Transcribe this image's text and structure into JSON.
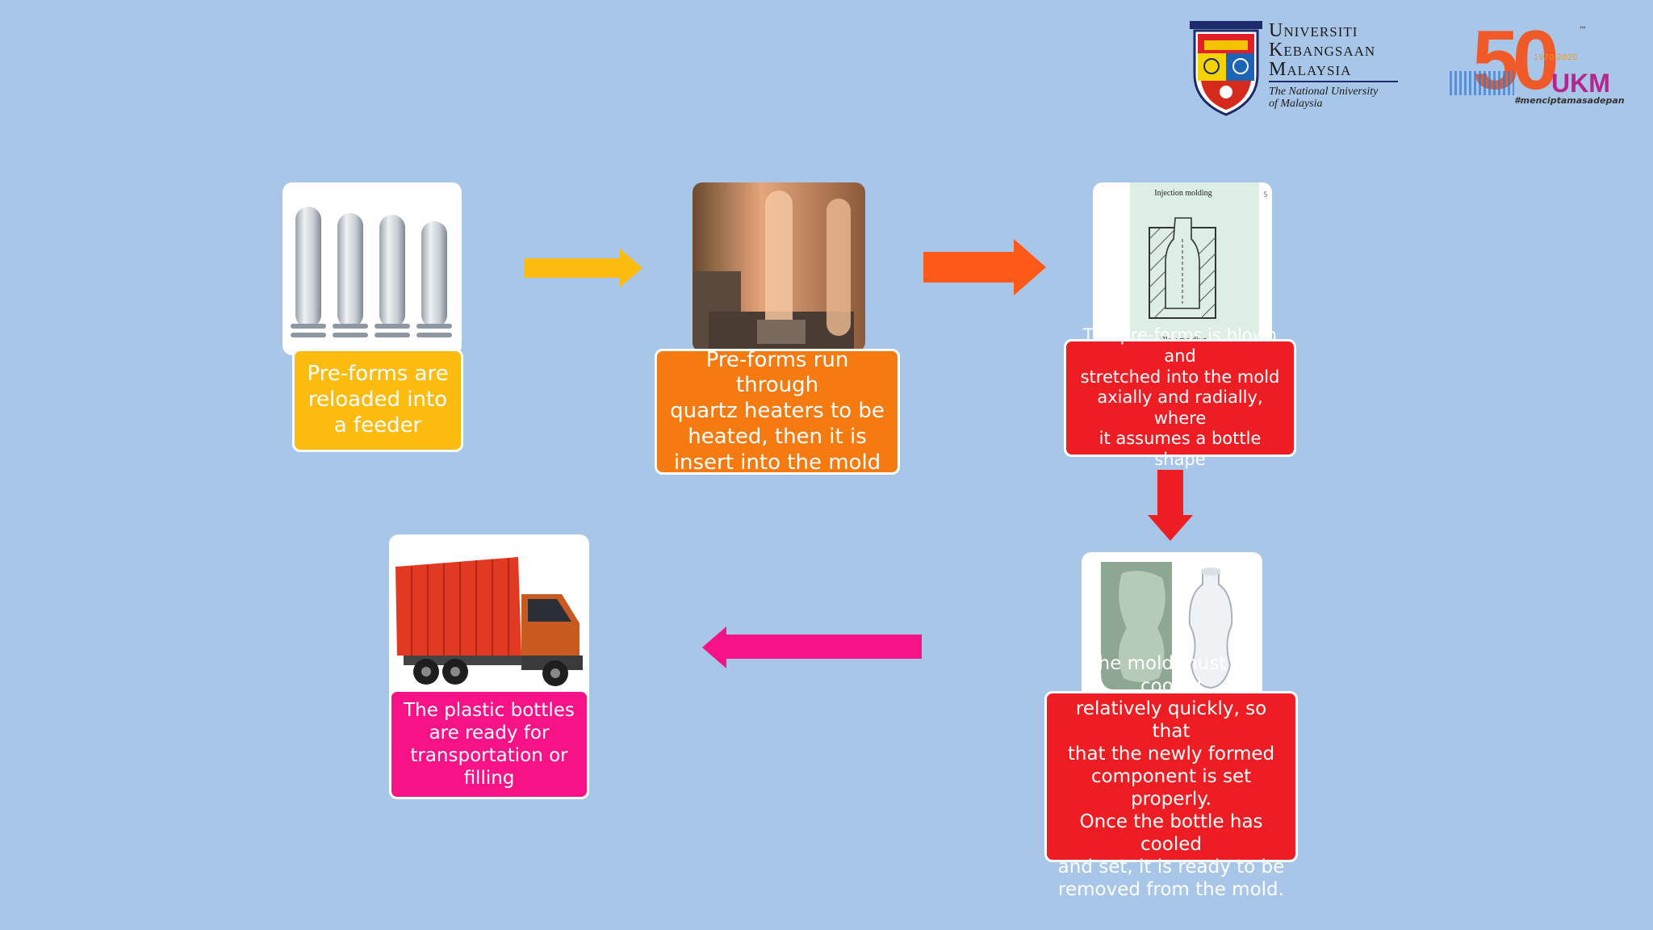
{
  "header": {
    "university_name_line1": "Universiti",
    "university_name_line2": "Kebangsaan",
    "university_name_line3": "Malaysia",
    "tagline": "The National University\nof Malaysia",
    "anniversary_number": "50",
    "anniversary_years": "1970-2020",
    "anniversary_ukm": "UKM",
    "anniversary_hashtag": "#menciptamasadepan",
    "trademark": "™"
  },
  "diagram_labels": {
    "mold_top": "Injection molding",
    "mold_bottom": "Blow molding",
    "mold_page_num": "5"
  },
  "steps": [
    {
      "text": "Pre-forms are\nreloaded into\na feeder",
      "color": "#fbbc0f"
    },
    {
      "text": "Pre-forms run through\nquartz heaters to be\nheated, then it is\ninsert into the mold",
      "color": "#f57a10"
    },
    {
      "text": "The pre-forms is blown and\nstretched into the mold\naxially and radially, where\nit assumes a bottle shape",
      "color": "#ee1d24"
    },
    {
      "text": "The mold must be cooled\nrelatively quickly, so that\nthat the newly formed\ncomponent is set properly.\nOnce the bottle has cooled\nand set, it is ready to be\nremoved from the mold.",
      "color": "#ee1d24"
    },
    {
      "text": "The plastic bottles\nare ready for\ntransportation or\nfilling",
      "color": "#f71288"
    }
  ],
  "arrow_colors": {
    "a1": "#fbbc0f",
    "a2": "#ff5a1a",
    "a3": "#ee1d24",
    "a4": "#f71288"
  }
}
